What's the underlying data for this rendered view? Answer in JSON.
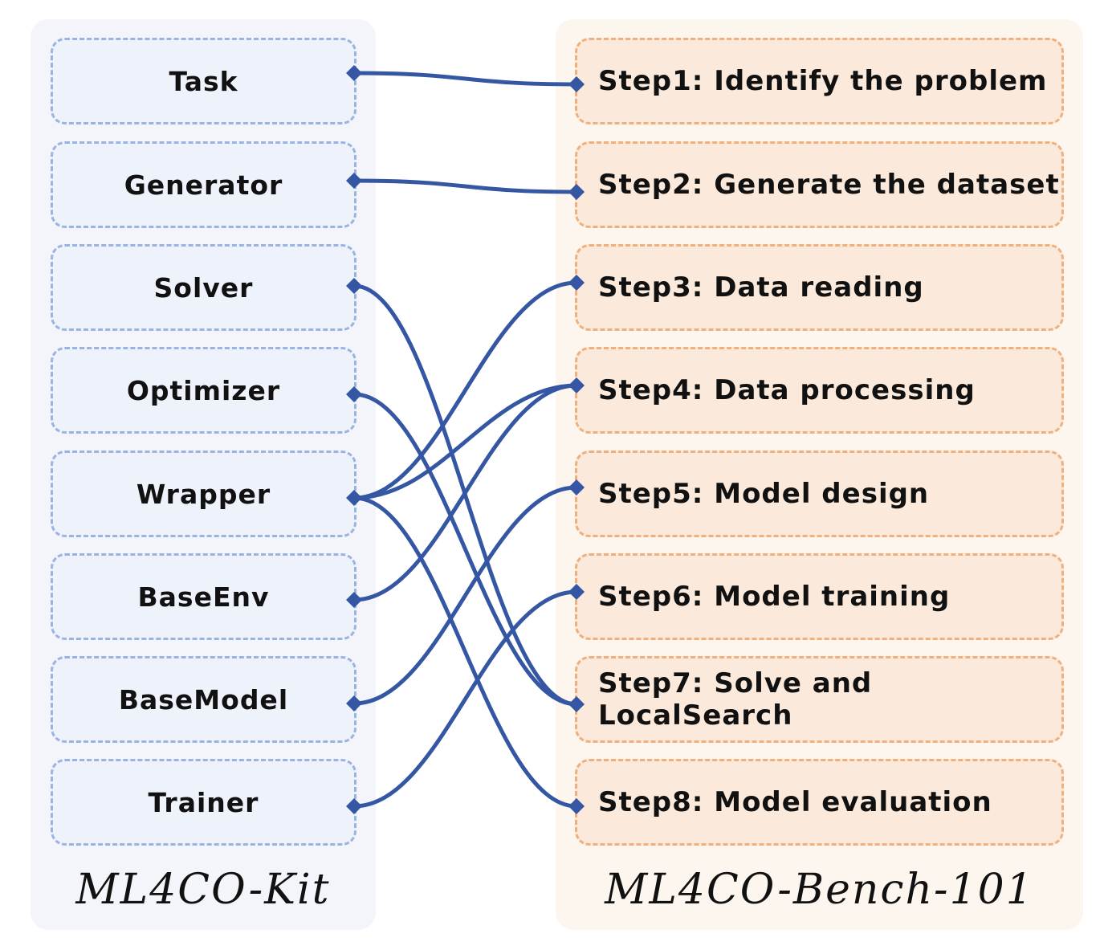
{
  "left_panel": {
    "title": "ML4CO-Kit",
    "items": [
      "Task",
      "Generator",
      "Solver",
      "Optimizer",
      "Wrapper",
      "BaseEnv",
      "BaseModel",
      "Trainer"
    ]
  },
  "right_panel": {
    "title": "ML4CO-Bench-101",
    "items": [
      "Step1: Identify the problem",
      "Step2: Generate the dataset",
      "Step3: Data reading",
      "Step4: Data processing",
      "Step5: Model design",
      "Step6: Model training",
      "Step7: Solve and LocalSearch",
      "Step8: Model evaluation"
    ]
  },
  "links": [
    {
      "from": "Task",
      "to": "Step1: Identify the problem"
    },
    {
      "from": "Generator",
      "to": "Step2: Generate the dataset"
    },
    {
      "from": "Solver",
      "to": "Step7: Solve and LocalSearch"
    },
    {
      "from": "Optimizer",
      "to": "Step7: Solve and LocalSearch"
    },
    {
      "from": "Wrapper",
      "to": "Step3: Data reading"
    },
    {
      "from": "Wrapper",
      "to": "Step4: Data processing"
    },
    {
      "from": "Wrapper",
      "to": "Step8: Model evaluation"
    },
    {
      "from": "BaseEnv",
      "to": "Step4: Data processing"
    },
    {
      "from": "BaseModel",
      "to": "Step5: Model design"
    },
    {
      "from": "Trainer",
      "to": "Step6: Model training"
    }
  ],
  "colors": {
    "left_panel_bg": "#f3f5fb",
    "left_node_border": "#9bb3e0",
    "right_panel_bg": "#fdf6ef",
    "right_node_border": "#f0b07d",
    "link": "#3557a3"
  }
}
